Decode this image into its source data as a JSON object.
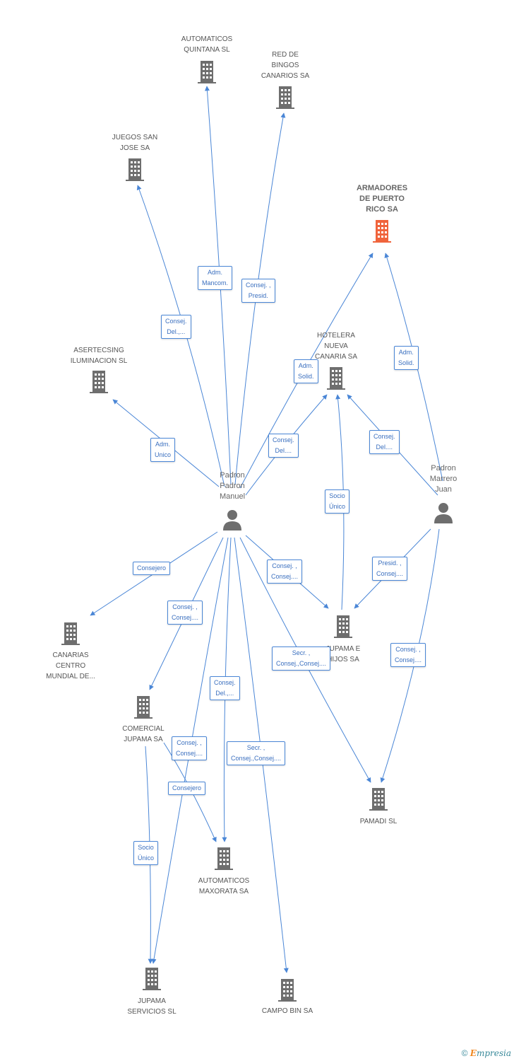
{
  "companies": {
    "automaticos_quintana": {
      "label": "AUTOMATICOS\nQUINTANA SL"
    },
    "red_bingos": {
      "label": "RED DE\nBINGOS\nCANARIOS SA"
    },
    "juegos_san_jose": {
      "label": "JUEGOS SAN\nJOSE SA"
    },
    "armadores": {
      "label": "ARMADORES\nDE PUERTO\nRICO SA",
      "color": "#f0643c"
    },
    "hotelera": {
      "label": "HOTELERA\nNUEVA\nCANARIA SA"
    },
    "asertecsing": {
      "label": "ASERTECSING\nILUMINACION SL"
    },
    "jupama_e": {
      "label": "JUPAMA E\nHIJOS SA"
    },
    "canarias_centro": {
      "label": "CANARIAS\nCENTRO\nMUNDIAL DE..."
    },
    "comercial_jupama": {
      "label": "COMERCIAL\nJUPAMA SA"
    },
    "pamadi": {
      "label": "PAMADI SL"
    },
    "automaticos_maxorata": {
      "label": "AUTOMATICOS\nMAXORATA SA"
    },
    "jupama_servicios": {
      "label": "JUPAMA\nSERVICIOS SL"
    },
    "campo_bin": {
      "label": "CAMPO BIN SA"
    }
  },
  "persons": {
    "padron_manuel": {
      "label": "Padron\nPadron\nManuel"
    },
    "padron_marrero": {
      "label": "Padron\nMarrero\nJuan"
    }
  },
  "roles": {
    "adm_mancom": "Adm.\nMancom.",
    "consej_presid": "Consej. ,\nPresid.",
    "consej_del_juegos": "Consej.\nDel.,...",
    "adm_solid_left": "Adm.\nSolid.",
    "adm_solid_right": "Adm.\nSolid.",
    "adm_unico": "Adm.\nUnico",
    "consej_del_hotelera_left": "Consej.\nDel....",
    "consej_del_hotelera_right": "Consej.\nDel....",
    "socio_unico_hotelera": "Socio\nÚnico",
    "consejero_canarias": "Consejero",
    "consej_consej_jupama_e": "Consej. ,\nConsej....",
    "presid_consej": "Presid. ,\nConsej....",
    "consej_consej_comercial": "Consej. ,\nConsej....",
    "secr_consej_pamadi": "Secr. ,\nConsej.,Consej....",
    "consej_consej_pamadi": "Consej. ,\nConsej....",
    "consej_del_maxorata": "Consej.\nDel.,...",
    "consej_consej_servicios": "Consej. ,\nConsej....",
    "secr_consej_campo": "Secr. ,\nConsej.,Consej....",
    "consejero_comercial": "Consejero",
    "socio_unico_servicios": "Socio\nÚnico"
  },
  "colors": {
    "edge": "#4a86d6",
    "building": "#6e6e6e",
    "main_building": "#f0643c",
    "person": "#6e6e6e"
  },
  "footer": {
    "copyright": "©",
    "brand_first": "E",
    "brand_rest": "mpresia"
  }
}
